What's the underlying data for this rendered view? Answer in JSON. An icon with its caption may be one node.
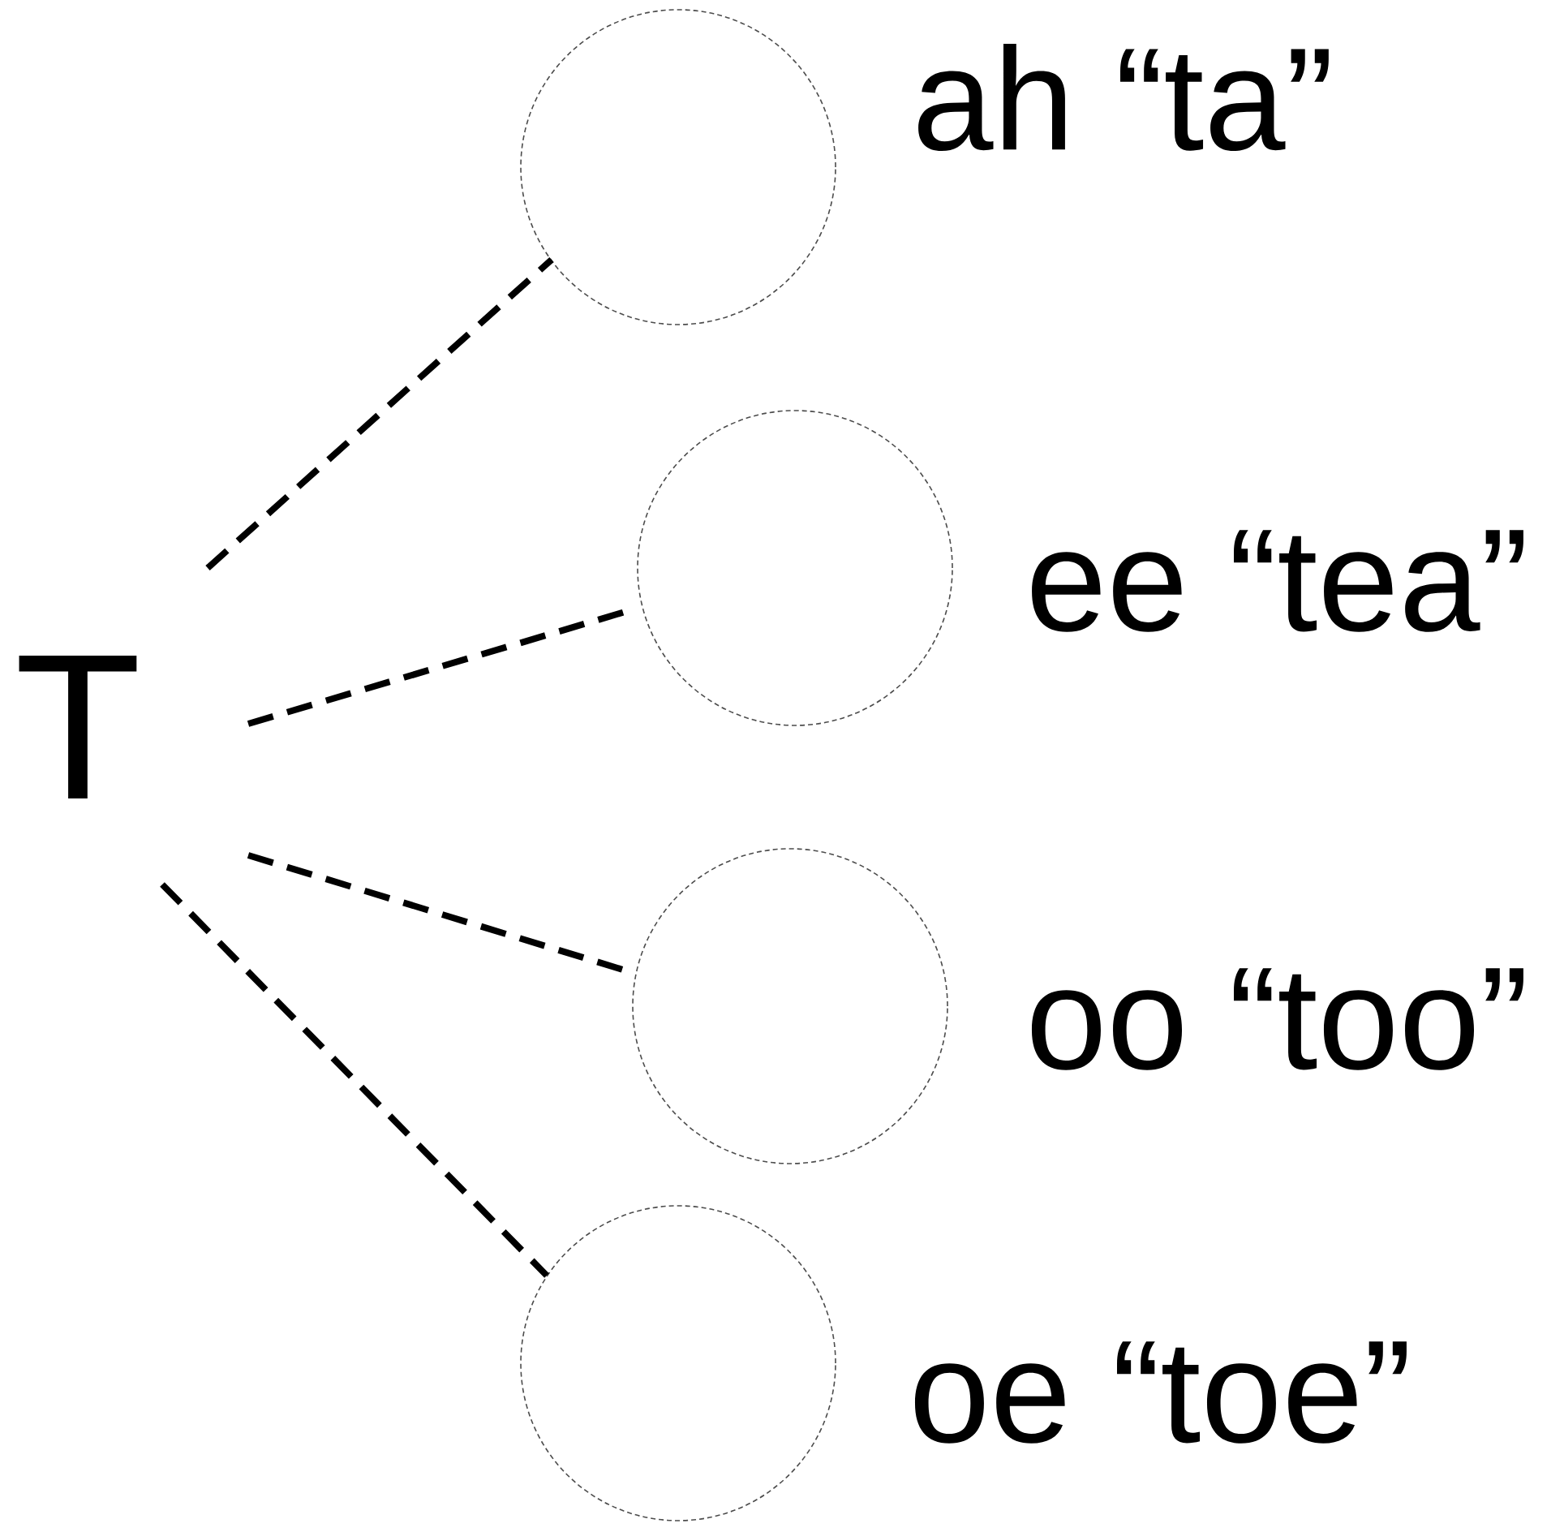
{
  "diagram": {
    "nodes": [
      {
        "text": [
          "T"
        ]
      },
      {
        "text": [],
        "shape": "circle",
        "beside": [
          "ah “ta”"
        ]
      },
      {
        "text": [],
        "shape": "circle",
        "beside": [
          "ee “tea”"
        ]
      },
      {
        "text": [],
        "shape": "circle",
        "beside": [
          "oo “too”"
        ]
      },
      {
        "text": [],
        "shape": "circle",
        "beside": [
          "oe “toe”"
        ]
      }
    ],
    "edges": [
      {
        "from": 0,
        "to": 1,
        "arrow": "none",
        "style": "dashed"
      },
      {
        "from": 0,
        "to": 2,
        "arrow": "none",
        "style": "dashed"
      },
      {
        "from": 0,
        "to": 3,
        "arrow": "none",
        "style": "dashed"
      },
      {
        "from": 0,
        "to": 4,
        "arrow": "none",
        "style": "dashed"
      }
    ]
  }
}
